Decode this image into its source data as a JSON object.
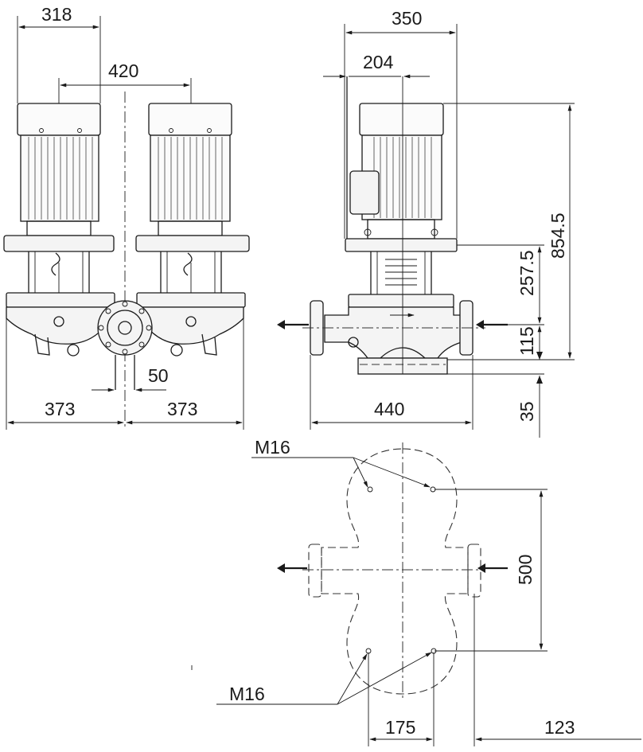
{
  "dimensions": {
    "front_motor_width": "318",
    "motor_spacing": "420",
    "half_width_left": "373",
    "half_width_right": "373",
    "center_offset": "50",
    "side_motor_width": "350",
    "side_axis_offset": "204",
    "total_height": "854.5",
    "flange_height": "257.5",
    "port_height": "115",
    "base_height": "35",
    "port_length": "440",
    "bolt_spacing_vertical": "500",
    "bolt_spacing_horizontal": "175",
    "edge_offset": "123"
  },
  "bolt_labels": {
    "top": "M16",
    "bottom": "M16"
  }
}
